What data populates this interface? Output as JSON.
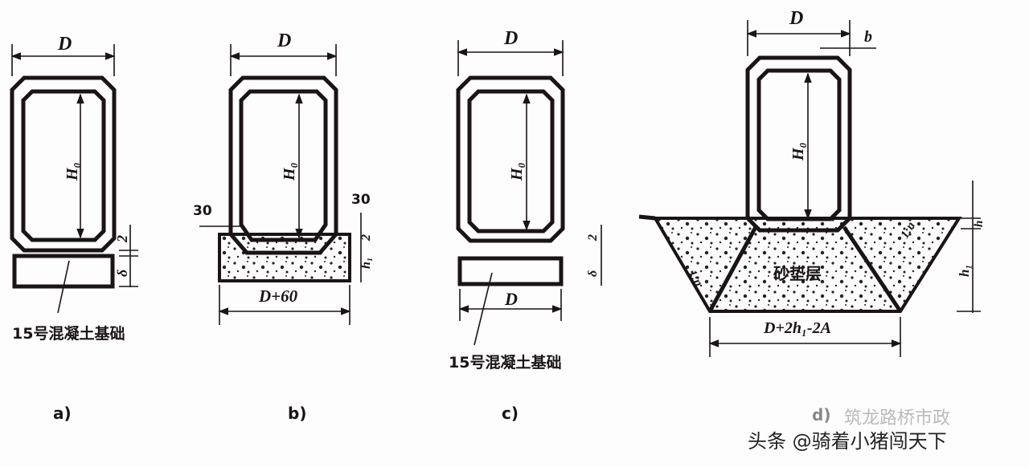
{
  "panels": {
    "a": {
      "caption": "a)",
      "width_label": "D",
      "height_label": "H₀",
      "dim_top": "2",
      "dim_bottom": "δ",
      "foundation_label": "15号混凝土基础"
    },
    "b": {
      "caption": "b)",
      "width_label": "D",
      "height_label": "H₀",
      "offset_left": "30",
      "offset_right": "30",
      "base_width_label": "D+60",
      "dim_top": "2",
      "dim_bottom": "h₁"
    },
    "c": {
      "caption": "c)",
      "width_label": "D",
      "height_label": "H₀",
      "dim_top": "2",
      "dim_bottom": "δ",
      "base_width_label": "D",
      "foundation_label": "15号混凝土基础"
    },
    "d": {
      "caption": "d)",
      "width_label": "D",
      "wall_label": "b",
      "height_label": "H₀",
      "slope_left": "1:n",
      "slope_right": "1:n",
      "fill_label": "砂垫层",
      "base_width_label": "D+2h₁-2A",
      "dim_top": "h",
      "dim_bottom": "h₁"
    }
  },
  "watermark": {
    "logo_text": "筑龙路桥市政",
    "credit": "头条 @骑着小猪闯天下"
  }
}
